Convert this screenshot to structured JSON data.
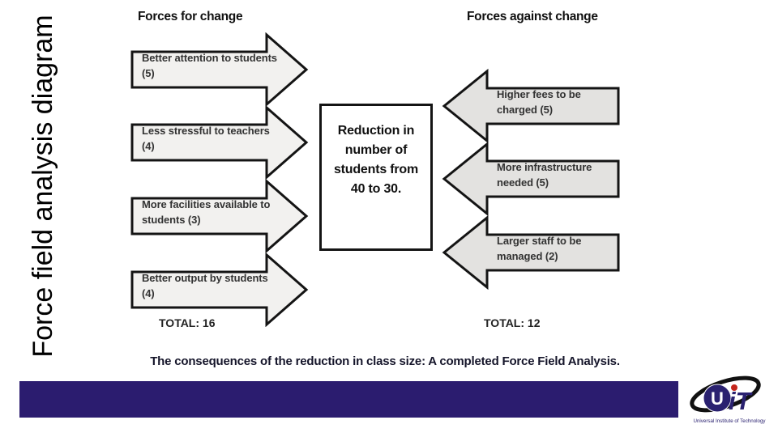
{
  "slide": {
    "vertical_title": "Force field analysis diagram",
    "caption": "The consequences of the reduction in class size: A completed Force Field Analysis."
  },
  "diagram": {
    "left": {
      "header": "Forces for change",
      "total": "TOTAL: 16",
      "forces": [
        {
          "label": "Better attention to students (5)",
          "score": 5
        },
        {
          "label": "Less stressful to teachers (4)",
          "score": 4
        },
        {
          "label": "More facilities available to students (3)",
          "score": 3
        },
        {
          "label": "Better output by students (4)",
          "score": 4
        }
      ]
    },
    "right": {
      "header": "Forces against change",
      "total": "TOTAL: 12",
      "forces": [
        {
          "label": "Higher fees to be charged (5)",
          "score": 5
        },
        {
          "label": "More infrastructure needed (5)",
          "score": 5
        },
        {
          "label": "Larger staff to be managed (2)",
          "score": 2
        }
      ]
    },
    "center_box_text": "Reduction in number of students from 40 to 30."
  },
  "logo": {
    "u": "U",
    "it": "iT",
    "tagline": "Universal Institute of Technology"
  },
  "colors": {
    "footer_bar": "#2b1c6f",
    "arrow_fill_left": "#f2f1ef",
    "arrow_fill_right": "#e3e2e0",
    "arrow_border": "#141414",
    "logo_navy": "#2a2170",
    "logo_red": "#c4251c"
  }
}
